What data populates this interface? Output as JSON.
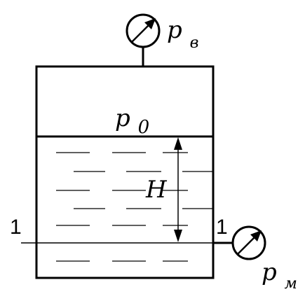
{
  "labels": {
    "p_top_main": "p",
    "p_top_sub": "в",
    "p_zero_main": "p",
    "p_zero_sub": "0",
    "height": "H",
    "section_left": "1",
    "section_right": "1",
    "p_bottom_main": "p",
    "p_bottom_sub": "м"
  },
  "colors": {
    "stroke": "#000000",
    "background": "#ffffff"
  },
  "icons": {
    "top_gauge": "pressure-gauge-icon",
    "bottom_gauge": "pressure-gauge-icon"
  }
}
